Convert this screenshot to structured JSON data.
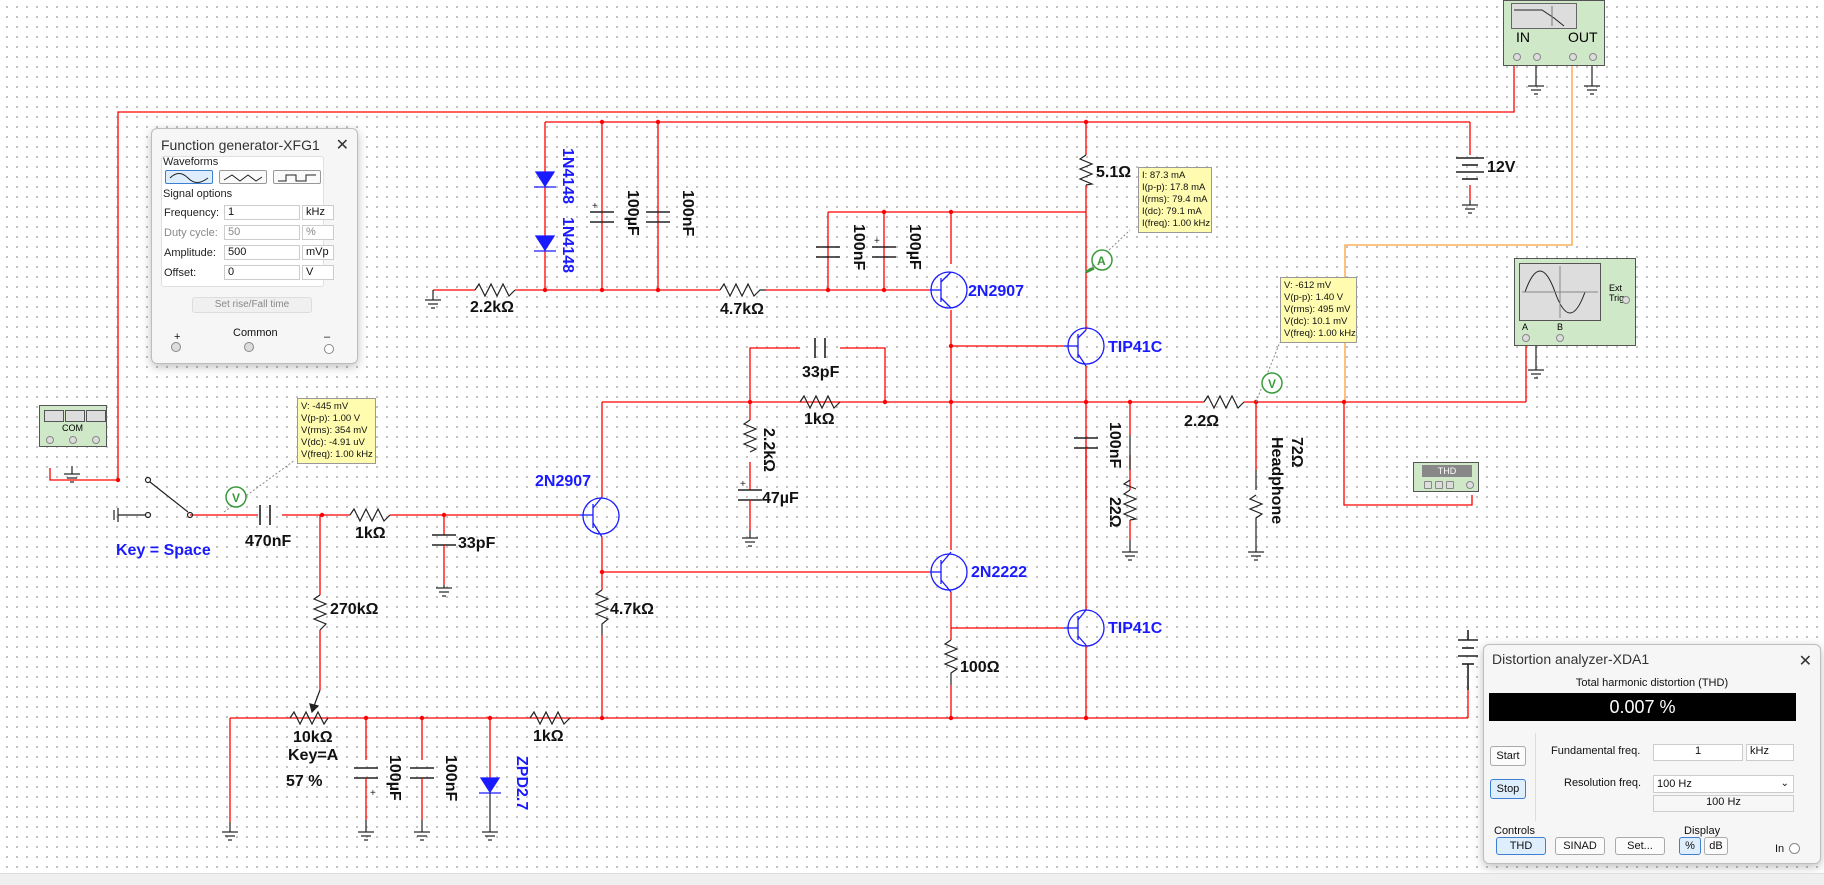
{
  "schematic": {
    "components": {
      "d1": "1N4148",
      "d2": "1N4148",
      "c100u_top": "100µF",
      "c100n_top": "100nF",
      "r22k_top": "2.2kΩ",
      "r47k_top": "4.7kΩ",
      "c100n_mid": "100nF",
      "c100u_mid": "100µF",
      "q2907_top": "2N2907",
      "r51": "5.1Ω",
      "tip_top": "TIP41C",
      "c33p_fb": "33pF",
      "r1k_fb": "1kΩ",
      "r22k_v": "2.2kΩ",
      "c47u": "47µF",
      "q2907_left": "2N2907",
      "c470n": "470nF",
      "r1k_in": "1kΩ",
      "c33p_in": "33pF",
      "r270k": "270kΩ",
      "r47k_low": "4.7kΩ",
      "q2222": "2N2222",
      "tip_bot": "TIP41C",
      "r100": "100Ω",
      "c100n_out": "100nF",
      "r22_out": "22Ω",
      "r2_2out": "2.2Ω",
      "headphone_r": "72Ω",
      "headphone": "Headphone",
      "pot": "10kΩ",
      "pot_key": "Key=A",
      "pot_pct": "57 %",
      "r1k_bot": "1kΩ",
      "c100u_bot": "100µF",
      "c100n_bot": "100nF",
      "zener": "ZPD2.7",
      "switch_key": "Key = Space",
      "supply": "12V"
    },
    "bode_labels": {
      "in": "IN",
      "out": "OUT"
    },
    "scope_labels": {
      "ext": "Ext Trig",
      "a": "A",
      "b": "B"
    },
    "thd_label": "THD",
    "fg_small": {
      "com": "COM"
    }
  },
  "probes": {
    "amp": [
      "I: 87.3 mA",
      "I(p-p): 17.8 mA",
      "I(rms): 79.4 mA",
      "I(dc): 79.1 mA",
      "I(freq): 1.00 kHz"
    ],
    "out": [
      "V: -612 mV",
      "V(p-p): 1.40 V",
      "V(rms): 495 mV",
      "V(dc): 10.1 mV",
      "V(freq): 1.00 kHz"
    ],
    "in": [
      "V: -445 mV",
      "V(p-p): 1.00 V",
      "V(rms): 354 mV",
      "V(dc): -4.91 uV",
      "V(freq): 1.00 kHz"
    ]
  },
  "funcgen": {
    "title": "Function generator-XFG1",
    "waveforms_label": "Waveforms",
    "signal_label": "Signal options",
    "frequency_label": "Frequency:",
    "frequency_value": "1",
    "frequency_unit": "kHz",
    "duty_label": "Duty cycle:",
    "duty_value": "50",
    "duty_unit": "%",
    "amplitude_label": "Amplitude:",
    "amplitude_value": "500",
    "amplitude_unit": "mVp",
    "offset_label": "Offset:",
    "offset_value": "0",
    "offset_unit": "V",
    "rise_fall_label": "Set rise/Fall time",
    "plus": "+",
    "common": "Common",
    "minus": "–"
  },
  "distortion": {
    "title": "Distortion analyzer-XDA1",
    "thd_heading": "Total harmonic distortion (THD)",
    "thd_value": "0.007 %",
    "start_label": "Start",
    "stop_label": "Stop",
    "fund_label": "Fundamental freq.",
    "fund_value": "1",
    "fund_unit": "kHz",
    "res_label": "Resolution freq.",
    "res_value": "100 Hz",
    "res_readout": "100 Hz",
    "controls_label": "Controls",
    "display_label": "Display",
    "thd_btn": "THD",
    "sinad_btn": "SINAD",
    "set_btn": "Set...",
    "pct_btn": "%",
    "db_btn": "dB",
    "in_label": "In"
  },
  "colors": {
    "wire": "#ff0000",
    "component": "#1a1aff",
    "probe_bg": "#fffcb0",
    "instrument_bg": "#cfe8c8",
    "bode_wire": "#ff9f3a"
  }
}
